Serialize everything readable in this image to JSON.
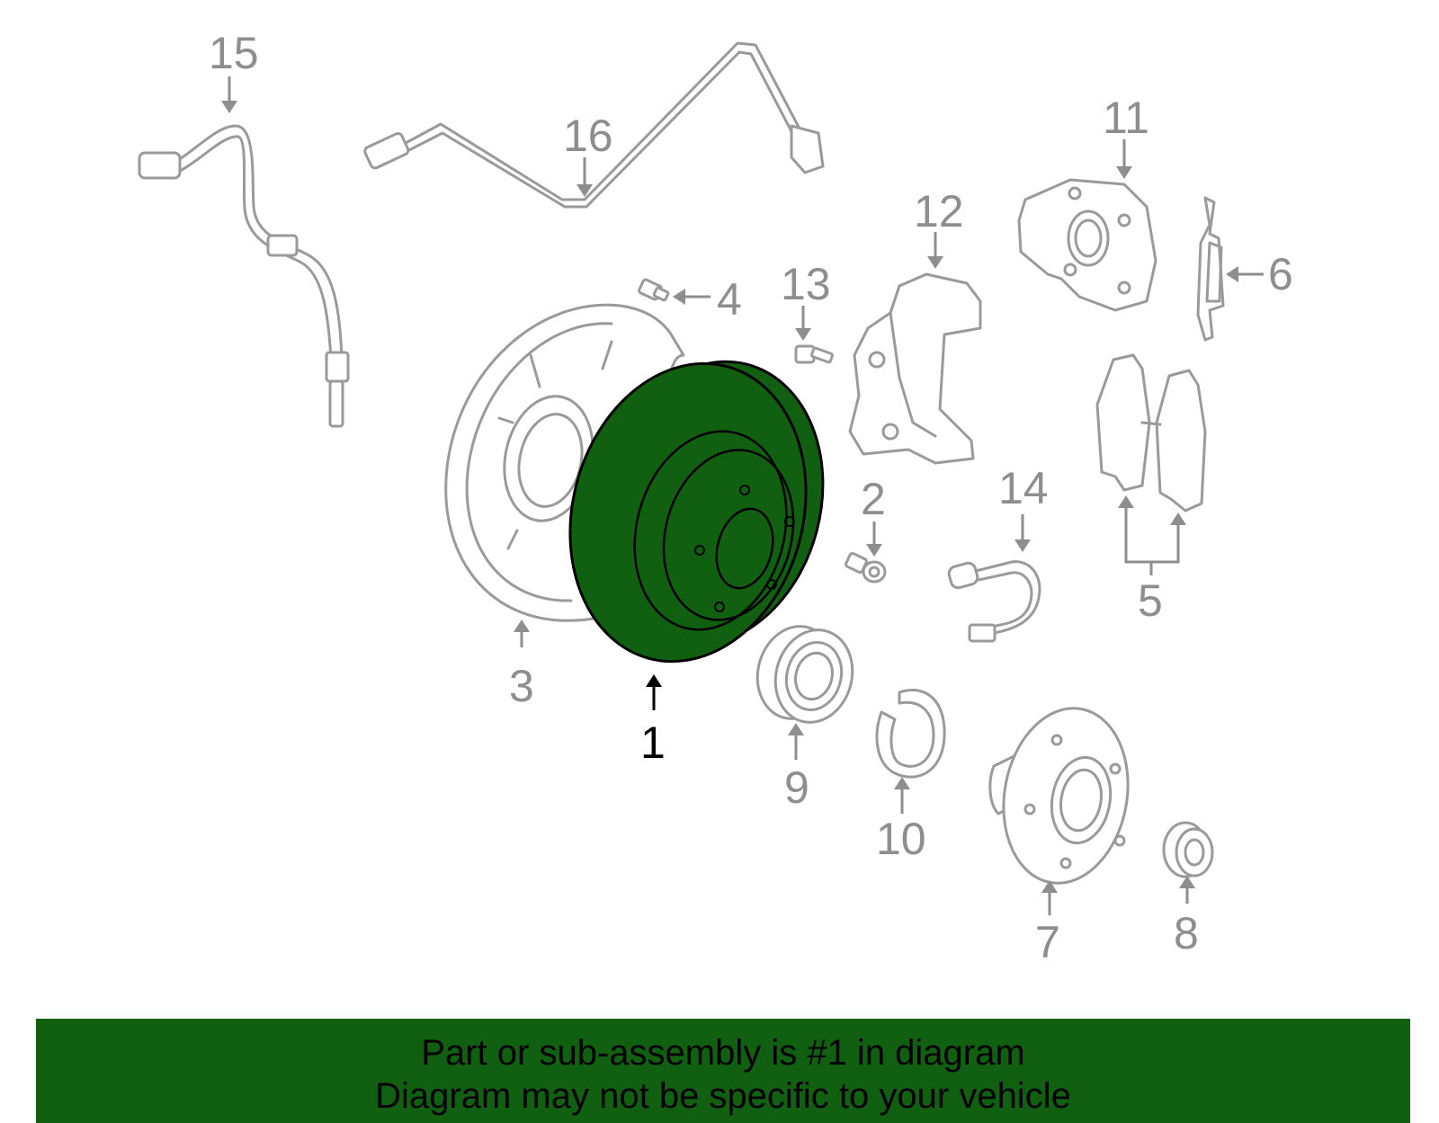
{
  "callouts": {
    "c1": "1",
    "c2": "2",
    "c3": "3",
    "c4": "4",
    "c5": "5",
    "c6": "6",
    "c7": "7",
    "c8": "8",
    "c9": "9",
    "c10": "10",
    "c11": "11",
    "c12": "12",
    "c13": "13",
    "c14": "14",
    "c15": "15",
    "c16": "16"
  },
  "highlight_part": "1",
  "colors": {
    "highlight": "#116011",
    "part_stroke": "#9a9a9a",
    "label_gray": "#8e8e8e",
    "banner_bg": "#116011"
  },
  "banner": {
    "line1": "Part or sub-assembly is #1 in diagram",
    "line2": "Diagram may not be specific to your vehicle"
  }
}
